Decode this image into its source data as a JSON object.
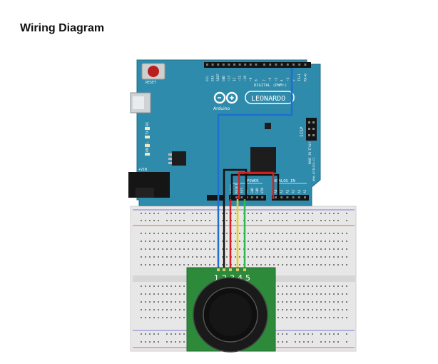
{
  "page": {
    "title": "Wiring Diagram"
  },
  "board": {
    "model_label": "LEONARDO",
    "brand_label": "Arduino",
    "reset_label": "RESET",
    "digital_label": "DIGITAL (PWM~)",
    "power_label": "POWER",
    "analog_label": "ANALOG IN",
    "icsp_label": "ICSP",
    "vin_label": "+VIN",
    "led_labels": [
      "RX",
      "TX",
      "L",
      "ON"
    ],
    "side_text": "www.arduino.cc",
    "made_in_text": "MADE IN ITALY",
    "top_pin_labels": [
      "SCL",
      "SDA",
      "AREF",
      "GND",
      "~13",
      "12",
      "~11",
      "~10",
      "~9",
      "8",
      "7",
      "~6",
      "~5",
      "4",
      "~3",
      "2",
      "TX▸1",
      "RX◂0"
    ],
    "bottom_pin_labels": [
      "IOREF",
      "RESET",
      "3V3",
      "5V",
      "GND",
      "GND",
      "VIN",
      "A0",
      "A1",
      "A2",
      "A3",
      "A4",
      "A5"
    ]
  },
  "module": {
    "pin_numbers": [
      "1",
      "2",
      "3",
      "4",
      "5"
    ]
  },
  "wires": [
    {
      "color": "#1e6fd0"
    },
    {
      "color": "#111111"
    },
    {
      "color": "#d42020"
    },
    {
      "color": "#f2d200"
    },
    {
      "color": "#35b84b"
    }
  ]
}
